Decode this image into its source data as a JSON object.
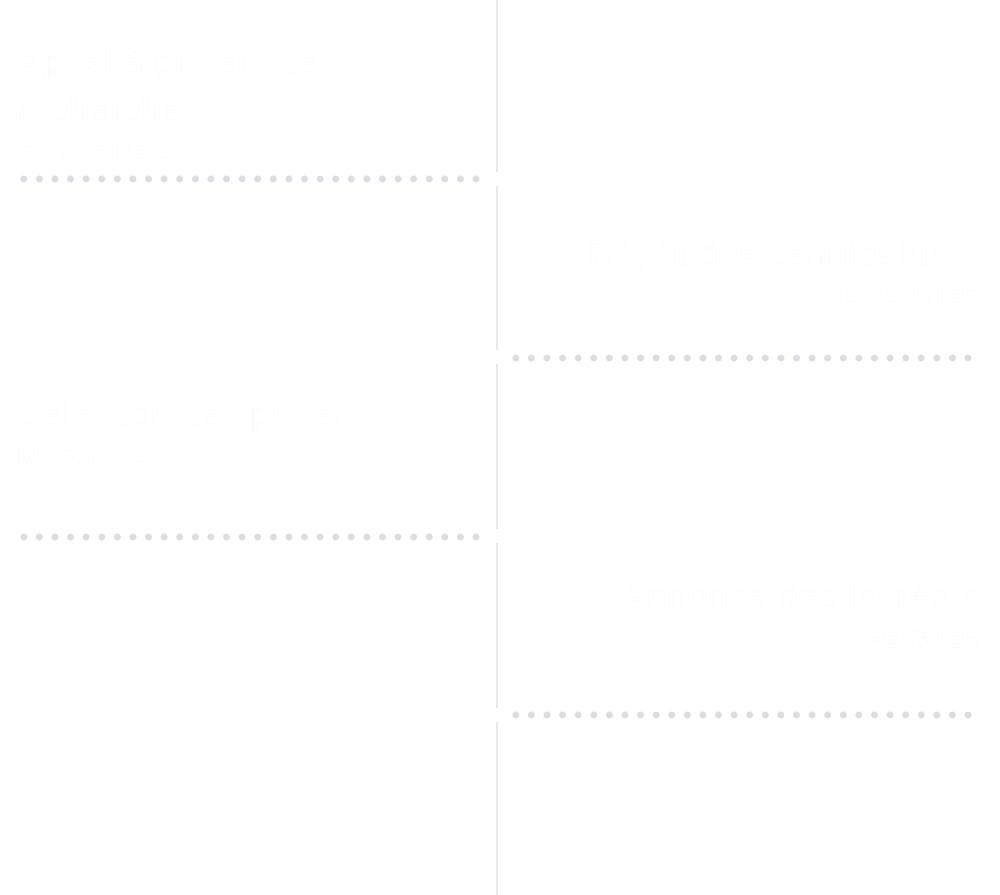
{
  "timeline": {
    "items": [
      {
        "side": "left",
        "title": "Appel à projets de recherche",
        "date": "OCTOBRE 2021"
      },
      {
        "side": "right",
        "title": "Dépôt des candidatures",
        "date": "15 JANVIER"
      },
      {
        "side": "left",
        "title": "Sélection des projets",
        "date": "MARS 2022"
      },
      {
        "side": "right",
        "title": "Annonce des lauréats",
        "date": "FÉVRIER"
      }
    ]
  },
  "colors": {
    "spine": "#e6e9ee",
    "dots": "#d9dde4",
    "text": "#ffffff"
  }
}
